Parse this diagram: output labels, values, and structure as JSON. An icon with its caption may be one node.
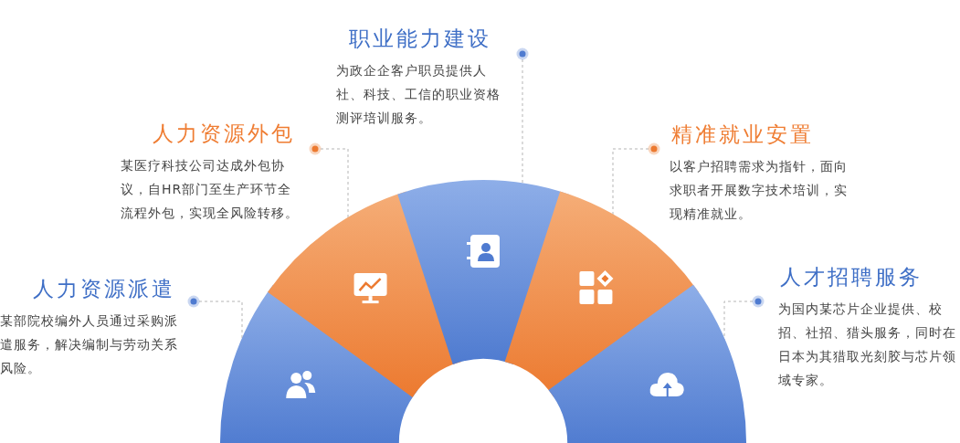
{
  "diagram": {
    "nodes": [
      {
        "text": [
          "人力资源派遣",
          "某部院校编外人员通过采购派遣服务，解决编制与劳动关系风险。"
        ]
      },
      {
        "text": [
          "人力资源外包",
          "某医疗科技公司达成外包协议，自HR部门至生产环节全流程外包，实现全风险转移。"
        ]
      },
      {
        "text": [
          "职业能力建设",
          "为政企企客户职员提供人社、科技、工信的职业资格测评培训服务。"
        ]
      },
      {
        "text": [
          "精准就业安置",
          "以客户招聘需求为指针，面向求职者开展数字技术培训，实现精准就业。"
        ]
      },
      {
        "text": [
          "人才招聘服务",
          "为国内某芯片企业提供、校招、社招、猎头服务，同时在日本为其猎取光刻胶与芯片领域专家。"
        ]
      },
      {
        "text": [],
        "shape": "sector"
      },
      {
        "text": [],
        "shape": "sector"
      },
      {
        "text": [],
        "shape": "sector"
      },
      {
        "text": [],
        "shape": "sector"
      },
      {
        "text": [],
        "shape": "sector"
      }
    ],
    "edges": [
      {
        "from": 0,
        "to": 5,
        "arrow": "other",
        "style": "dashed"
      },
      {
        "from": 1,
        "to": 6,
        "arrow": "other",
        "style": "dashed"
      },
      {
        "from": 2,
        "to": 7,
        "arrow": "other",
        "style": "dashed"
      },
      {
        "from": 3,
        "to": 8,
        "arrow": "other",
        "style": "dashed"
      },
      {
        "from": 4,
        "to": 9,
        "arrow": "other",
        "style": "dashed"
      }
    ]
  }
}
